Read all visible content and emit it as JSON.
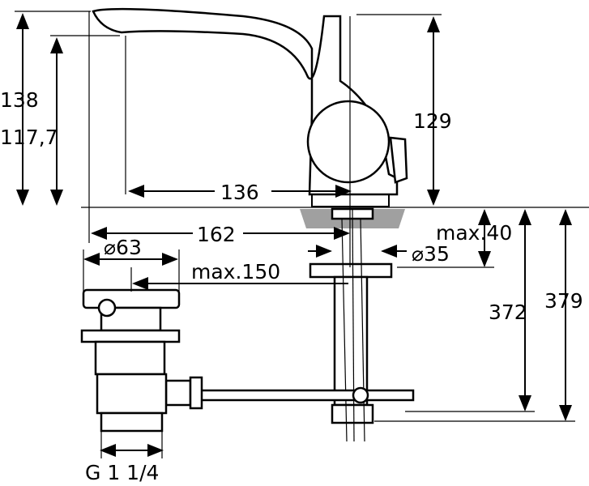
{
  "dimensions": {
    "spout_height": "138",
    "spout_outlet_height": "117,7",
    "body_height": "129",
    "spout_reach": "136",
    "total_reach": "162",
    "max_deck_thickness": "max.40",
    "waste_diameter": "⌀63",
    "hole_diameter": "⌀35",
    "max_rod_length": "max.150",
    "height_372": "372",
    "height_379": "379",
    "waste_thread": "G 1 1/4"
  },
  "colors": {
    "lines": "#000000",
    "deck": "#a0a0a0"
  }
}
